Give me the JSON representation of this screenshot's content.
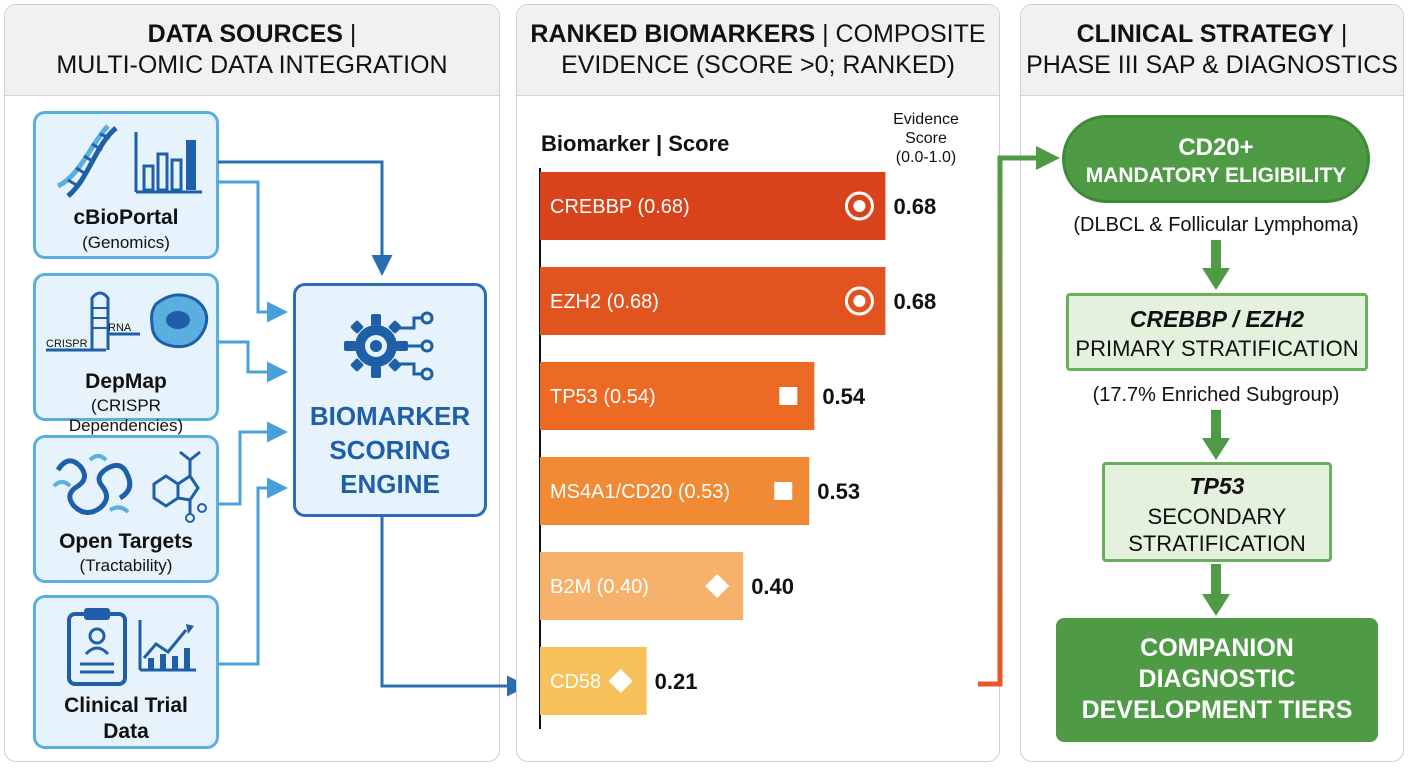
{
  "panels": {
    "sources": {
      "title_bold": "DATA SOURCES",
      "title_rest": " |",
      "title_line2": "MULTI-OMIC DATA INTEGRATION"
    },
    "ranked": {
      "title_bold": "RANKED BIOMARKERS",
      "title_rest": " | COMPOSITE",
      "title_line2": "EVIDENCE (SCORE >0; RANKED)"
    },
    "clinical": {
      "title_bold": "CLINICAL STRATEGY",
      "title_rest": " |",
      "title_line2": "PHASE III SAP & DIAGNOSTICS"
    }
  },
  "sources": [
    {
      "name": "cBioPortal",
      "sub": "(Genomics)",
      "icon": "dna-icon"
    },
    {
      "name": "DepMap",
      "sub": "(CRISPR Dependencies)",
      "icon": "crispr-icon",
      "tag1": "CRISPR",
      "tag2": "RNA"
    },
    {
      "name": "Open Targets",
      "sub": "(Tractability)",
      "icon": "protein-icon"
    },
    {
      "name": "Clinical Trial",
      "sub": "Data",
      "icon": "clipboard-icon"
    }
  ],
  "engine": {
    "lines": [
      "BIOMARKER",
      "SCORING",
      "ENGINE"
    ],
    "icon": "gear-network-icon"
  },
  "chart_data": {
    "type": "bar",
    "orientation": "horizontal",
    "column_header": "Biomarker | Score",
    "value_header": [
      "Evidence",
      "Score",
      "(0.0-1.0)"
    ],
    "categories": [
      "CREBBP",
      "EZH2",
      "TP53",
      "MS4A1/CD20",
      "B2M",
      "CD58"
    ],
    "bar_labels": [
      "CREBBP (0.68)",
      "EZH2 (0.68)",
      "TP53 (0.54)",
      "MS4A1/CD20 (0.53)",
      "B2M (0.40)",
      "CD58"
    ],
    "values": [
      0.68,
      0.68,
      0.54,
      0.53,
      0.4,
      0.21
    ],
    "value_labels": [
      "0.68",
      "0.68",
      "0.54",
      "0.53",
      "0.40",
      "0.21"
    ],
    "markers": [
      "target",
      "target",
      "square",
      "square",
      "diamond",
      "diamond"
    ],
    "colors": [
      "#d9431b",
      "#e2541f",
      "#ed6a24",
      "#f08a35",
      "#f6b26b",
      "#f7c05a"
    ]
  },
  "clinical": {
    "eligibility": {
      "line1": "CD20+",
      "line2": "MANDATORY ELIGIBILITY",
      "note": "(DLBCL & Follicular Lymphoma)"
    },
    "primary": {
      "line1": "CREBBP / EZH2",
      "line2": "PRIMARY STRATIFICATION",
      "note": "(17.7% Enriched Subgroup)"
    },
    "secondary": {
      "line1": "TP53",
      "line2": "SECONDARY",
      "line3": "STRATIFICATION"
    },
    "companion": {
      "line1": "COMPANION",
      "line2": "DIAGNOSTIC",
      "line3": "DEVELOPMENT TIERS"
    }
  },
  "colors": {
    "blue_border": "#5aaee0",
    "engine_blue": "#1f5fa8",
    "green": "#4e9a45",
    "green_light": "#e3f1dd"
  }
}
